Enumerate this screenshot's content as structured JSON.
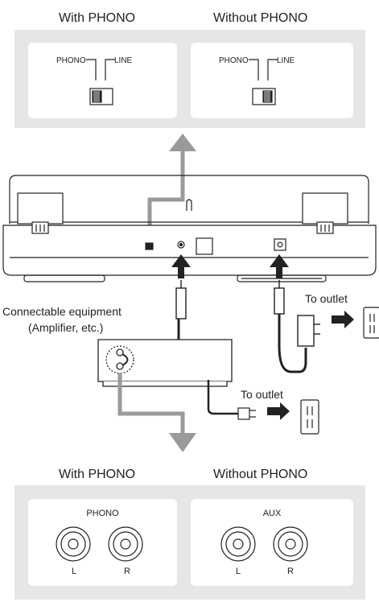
{
  "top": {
    "with_phono": "With PHONO",
    "without_phono": "Without PHONO",
    "switch_phono": "PHONO",
    "switch_line": "LINE"
  },
  "middle": {
    "equipment_line1": "Connectable equipment",
    "equipment_line2": "(Amplifier, etc.)",
    "to_outlet_1": "To outlet",
    "to_outlet_2": "To outlet"
  },
  "bottom": {
    "with_phono": "With PHONO",
    "without_phono": "Without PHONO",
    "phono_input": "PHONO",
    "aux_input": "AUX",
    "left": "L",
    "right": "R"
  },
  "colors": {
    "panel": "#e6e6e6",
    "arrow_gray": "#9a9a9a",
    "line": "#222222"
  }
}
